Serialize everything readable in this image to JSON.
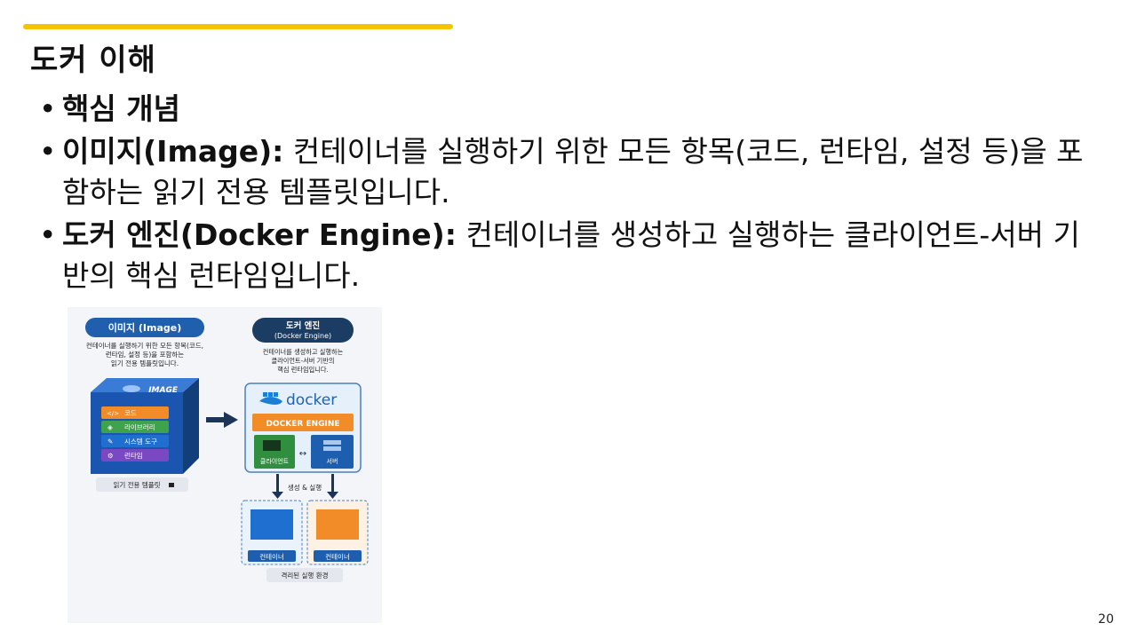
{
  "slide": {
    "title": "도커 이해",
    "page_number": "20",
    "colors": {
      "accent": "#F5C400"
    }
  },
  "bullets": [
    {
      "bold": "핵심 개념",
      "text": ""
    },
    {
      "bold": "이미지(Image):",
      "text": " 컨테이너를 실행하기 위한 모든 항목(코드, 런타임, 설정 등)을 포함하는 읽기 전용 템플릿입니다."
    },
    {
      "bold": "도커 엔진(Docker Engine):",
      "text": " 컨테이너를 생성하고 실행하는 클라이언트-서버 기반의 핵심 런타임입니다."
    }
  ],
  "figure": {
    "image_panel": {
      "title": "이미지 (Image)",
      "desc": [
        "컨테이너를 실행하기 위한 모든 항목(코드,",
        "런타임, 설정 등)을 포함하는",
        "읽기 전용 템플릿입니다."
      ],
      "cube_label": "IMAGE",
      "layers": [
        "코드",
        "라이브러리",
        "시스템 도구",
        "런타임"
      ],
      "footer": "읽기 전용 템플릿"
    },
    "engine_panel": {
      "title_line1": "도커 엔진",
      "title_line2": "(Docker Engine)",
      "desc": [
        "컨테이너를 생성하고 실행하는",
        "클라이언트-서버 기반의",
        "핵심 런타임입니다."
      ],
      "logo": "docker",
      "engine_label": "DOCKER ENGINE",
      "client_label": "클라이언트",
      "server_label": "서버",
      "flow_label": "생성 & 실행",
      "container1": "컨테이너",
      "container2": "컨테이너",
      "footer": "격리된 실행 환경"
    }
  }
}
